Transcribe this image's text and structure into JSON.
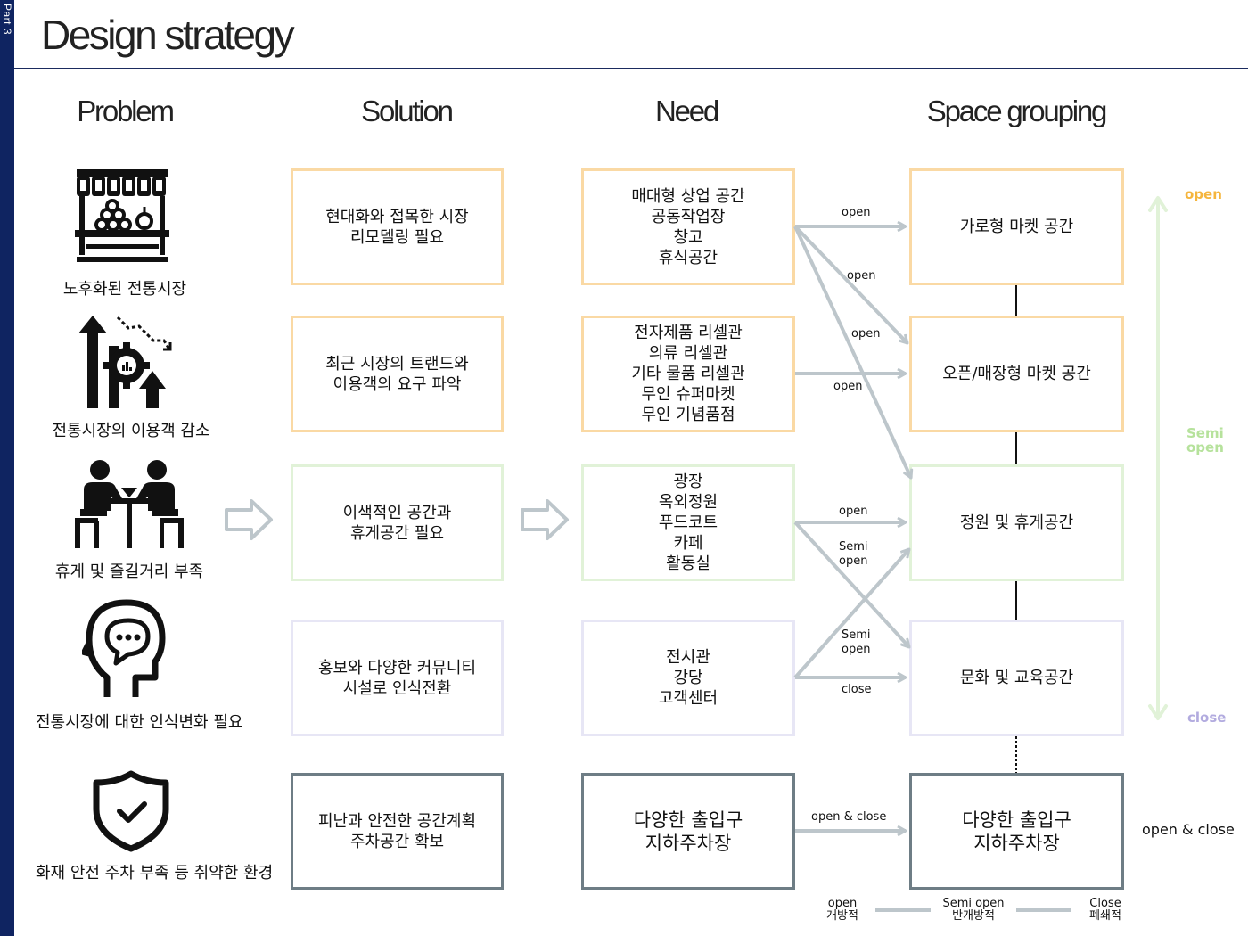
{
  "side_tab": "Part 3",
  "title": "Design strategy",
  "columns": {
    "problem": "Problem",
    "solution": "Solution",
    "need": "Need",
    "space": "Space grouping"
  },
  "problems": [
    {
      "label": "노후화된 전통시장",
      "icon": "market-stall-icon"
    },
    {
      "label": "전통시장의 이용객 감소",
      "icon": "decline-chart-icon"
    },
    {
      "label": "휴게 및 즐길거리 부족",
      "icon": "cafe-people-icon"
    },
    {
      "label": "전통시장에 대한\n인식변화 필요",
      "icon": "head-chat-icon"
    },
    {
      "label": "화재 안전 주차 부족 등\n취약한 환경",
      "icon": "shield-check-icon"
    }
  ],
  "solutions": [
    "현대화와 접목한 시장\n리모델링 필요",
    "최근 시장의 트랜드와\n이용객의 요구 파악",
    "이색적인 공간과\n휴게공간 필요",
    "홍보와 다양한 커뮤니티\n시설로 인식전환",
    "피난과 안전한 공간계획\n주차공간 확보"
  ],
  "needs": [
    "매대형 상업 공간\n공동작업장\n창고\n휴식공간",
    "전자제품 리셀관\n의류 리셀관\n기타 물품 리셀관\n무인 슈퍼마켓\n무인 기념품점",
    "광장\n옥외정원\n푸드코트\n카페\n활동실",
    "전시관\n강당\n고객센터",
    "다양한 출입구\n지하주차장"
  ],
  "spaces": [
    "가로형 마켓 공간",
    "오픈/매장형 마켓 공간",
    "정원 및 휴게공간",
    "문화 및 교육공간",
    "다양한 출입구\n지하주차장"
  ],
  "flow_labels": {
    "n1_s1": "open",
    "n1_s2": "open",
    "n1_s3": "open",
    "n2_s2": "open",
    "n3_s3": "open",
    "n3_s4": "Semi\nopen",
    "n4_s3": "Semi\nopen",
    "n4_s4": "close",
    "n5_s5": "open & close"
  },
  "scale": {
    "top": "open",
    "middle": "Semi\nopen",
    "bottom": "close"
  },
  "side_note": "open & close",
  "legend": [
    {
      "top": "open",
      "bottom": "개방적"
    },
    {
      "top": "Semi open",
      "bottom": "반개방적"
    },
    {
      "top": "Close",
      "bottom": "폐쇄적"
    }
  ],
  "colors": {
    "orange": "#fad9a4",
    "green": "#e1f2d8",
    "lavender": "#e7e6f5",
    "gray": "#6e7d85",
    "arrow": "#bdc6cb",
    "open": "#f5b53d",
    "semi_open": "#b6e29c",
    "close": "#b2abdf",
    "navy": "#0f2461"
  }
}
